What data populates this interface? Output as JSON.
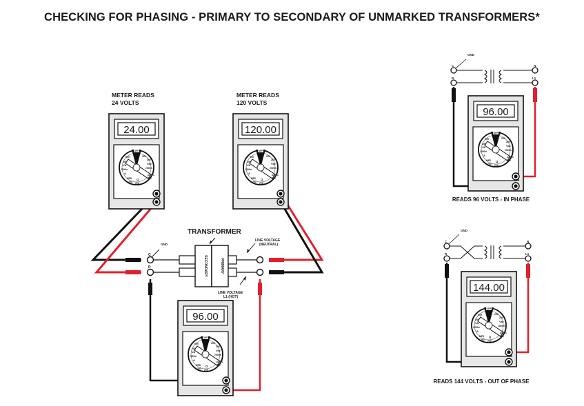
{
  "title": "CHECKING FOR PHASING - PRIMARY TO SECONDARY OF UNMARKED TRANSFORMERS*",
  "meters": {
    "m1": {
      "reading": "24.00",
      "caption_line1": "METER READS",
      "caption_line2": "24 VOLTS"
    },
    "m2": {
      "reading": "120.00",
      "caption_line1": "METER READS",
      "caption_line2": "120 VOLTS"
    },
    "m3": {
      "reading": "96.00"
    },
    "m4": {
      "reading": "96.00",
      "caption": "READS 96 VOLTS - IN PHASE"
    },
    "m5": {
      "reading": "144.00",
      "caption": "READS 144 VOLTS - OUT OF PHASE"
    }
  },
  "dial": {
    "off": "OFF",
    "labels": [
      "600",
      "200",
      "VA",
      "2000m",
      "A",
      "MFD",
      "200",
      "20K",
      "200",
      "2000",
      "Ω",
      "Vac",
      "2000m",
      "µA DC",
      "200",
      "Vdc"
    ]
  },
  "transformer": {
    "title": "TRANSFORMER",
    "secondary": "SECONDARY",
    "primary": "PRIMARY",
    "gnd": "GND",
    "c": "C",
    "r": "R",
    "neutral_line1": "LINE VOLTAGE",
    "neutral_line2": "(NEUTRAL)",
    "hot_line1": "LINE VOLTAGE",
    "hot_line2": "L1 (HOT)"
  },
  "inset": {
    "gnd": "GND",
    "c": "C",
    "r": "R",
    "n": "N",
    "l1": "L1"
  },
  "colors": {
    "red_lead": "#e0202c",
    "black_lead": "#111111",
    "meter_body": "#e6e6e6"
  }
}
